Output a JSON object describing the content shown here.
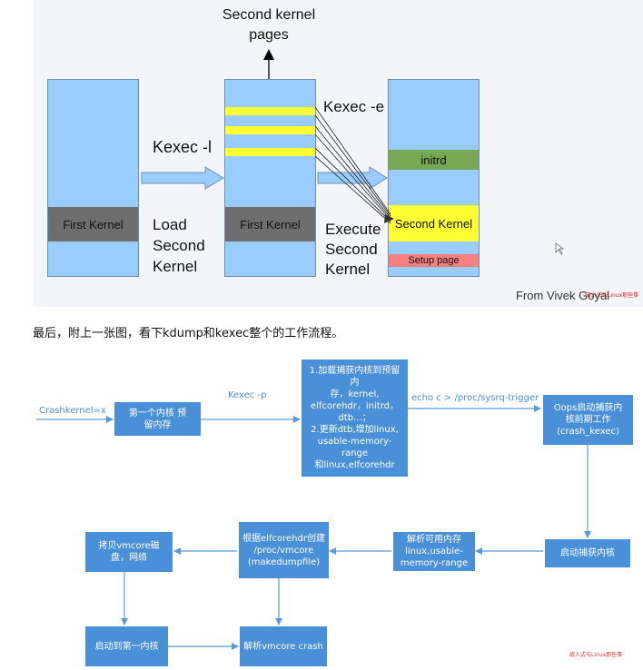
{
  "kexec_diagram": {
    "top_label": "Second kernel\npages",
    "kexec_l": "Kexec -l",
    "kexec_e": "Kexec -e",
    "first_kernel_left": "First Kernel",
    "first_kernel_mid": "First Kernel",
    "load_second_kernel": "Load\nSecond\nKernel",
    "execute_second_kernel": "Execute\nSecond\nKernel",
    "initrd": "initrd",
    "second_kernel": "Second Kernel",
    "setup_page": "Setup page",
    "credit": "From Vivek Goyal",
    "colors": {
      "column": "#99ccff",
      "gray": "#6e6e6e",
      "yellow": "#ffff33",
      "green": "#77a854",
      "pink": "#f77f7f"
    }
  },
  "caption": "最后，附上一张图，看下kdump和kexec整个的工作流程。",
  "flow": {
    "crashkernel": "Crashkernel=x",
    "kexec_p": "Kexec -p",
    "echo_trigger": "echo c > /proc/sysrq-trigger",
    "box1": "第一个内核    预\n留内存",
    "box2": "1.加载捕获内核到预留内\n存，kernel,\nelfcorehdr，initrd，\ndtb...；\n2.更新dtb,增加linux,\nusable-memory-range\n和linux,elfcorehdr",
    "box3": "Oops启动捕获内\n核前期工作\n(crash_kexec)",
    "box4": "启动捕获内核",
    "box5": "解析可用内存\nlinux,usable-\nmemory-range",
    "box6": "根据elfcorehdr创建\n/proc/vmcore\n(makedumpfile)",
    "box7": "拷贝vmcore磁\n盘，网络",
    "box8": "启动到第一内核",
    "box9": "解析vmcore crash",
    "watermark_top": "嵌入式与Linux那些事",
    "watermark_bottom": "嵌入式与Linux那些事",
    "colors": {
      "box": "#4a90d9",
      "line": "#5b9bd5"
    }
  }
}
